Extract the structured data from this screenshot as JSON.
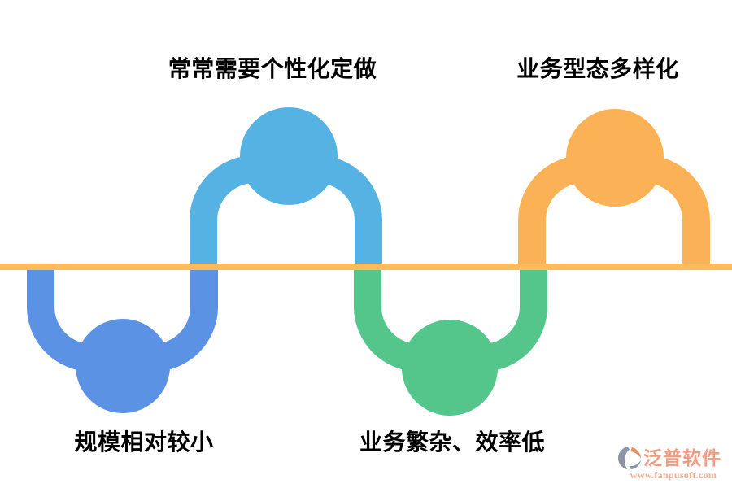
{
  "diagram_type": "wave-flow",
  "baseline_color": "#FEBA5B",
  "label_color": "#000000",
  "nodes": [
    {
      "id": "personalization",
      "position": "top-left",
      "label": "常常需要个性化定做",
      "color": "#55B2E2"
    },
    {
      "id": "business-variety",
      "position": "top-right",
      "label": "业务型态多样化",
      "color": "#FBB155"
    },
    {
      "id": "small-scale",
      "position": "bottom-left",
      "label": "规模相对较小",
      "color": "#5C92E3"
    },
    {
      "id": "complex-inefficient",
      "position": "bottom-center",
      "label": "业务繁杂、效率低",
      "color": "#54C68B"
    }
  ],
  "watermark": {
    "brand": "泛普软件",
    "url": "www.fanpusoft.com",
    "brand_color": "#EE9C82",
    "url_color": "#F1AE93",
    "icon_gray": "#8D95A5",
    "icon_orange": "#E08F66"
  }
}
